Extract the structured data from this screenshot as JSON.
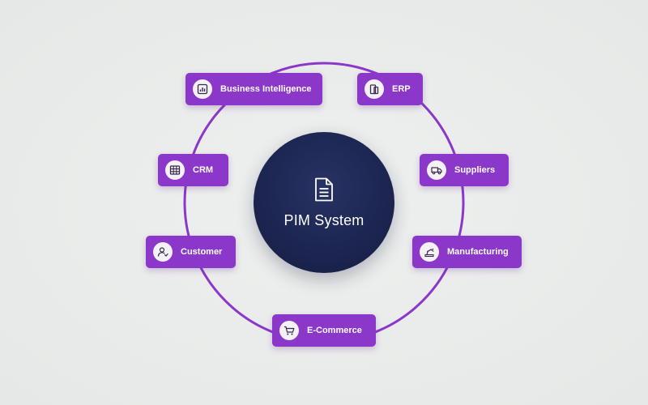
{
  "center": {
    "title": "PIM System",
    "icon": "document-icon"
  },
  "nodes": [
    {
      "id": "business-intelligence",
      "label": "Business Intelligence",
      "icon": "bar-chart-icon"
    },
    {
      "id": "erp",
      "label": "ERP",
      "icon": "clipboard-icon"
    },
    {
      "id": "crm",
      "label": "CRM",
      "icon": "table-icon"
    },
    {
      "id": "suppliers",
      "label": "Suppliers",
      "icon": "truck-icon"
    },
    {
      "id": "customer",
      "label": "Customer",
      "icon": "user-icon"
    },
    {
      "id": "manufacturing",
      "label": "Manufacturing",
      "icon": "machine-arm-icon"
    },
    {
      "id": "e-commerce",
      "label": "E-Commerce",
      "icon": "shopping-cart-icon"
    }
  ],
  "colors": {
    "background": "#e9ebea",
    "ring": "#8b37c9",
    "node": "#8b37c9",
    "hub": "#1c2550",
    "node_text": "#ffffff"
  }
}
